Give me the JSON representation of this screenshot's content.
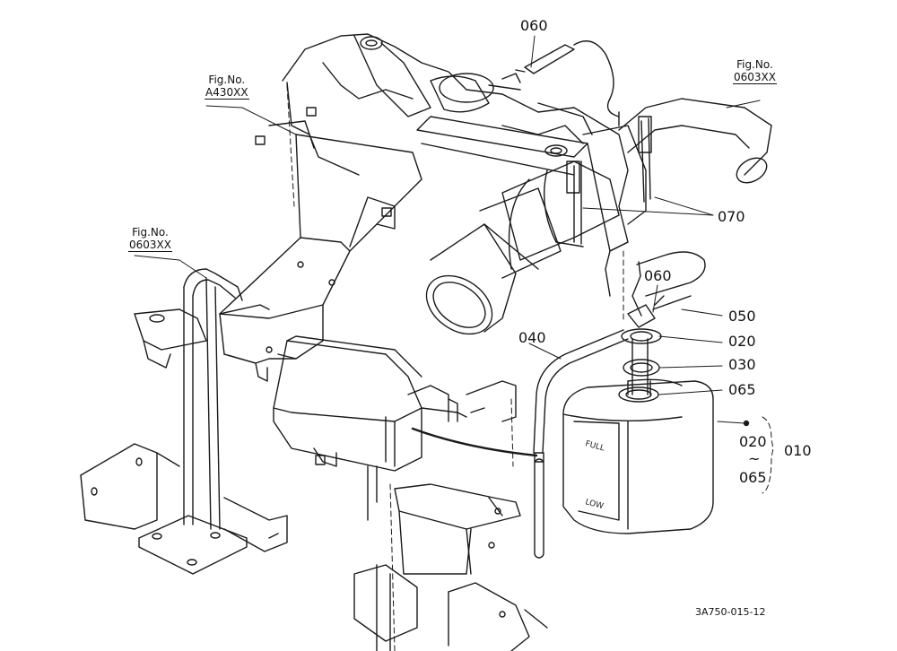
{
  "figure_refs": {
    "a430": {
      "line1": "Fig.No.",
      "line2": "A430XX"
    },
    "left": {
      "line1": "Fig.No.",
      "line2": "0603XX"
    },
    "right": {
      "line1": "Fig.No.",
      "line2": "0603XX"
    }
  },
  "callouts": {
    "p060_top": "060",
    "p070": "070",
    "p060_mid": "060",
    "p040": "040",
    "p050": "050",
    "p020": "020",
    "p030": "030",
    "p065": "065",
    "range_from": "020",
    "range_tilde": "~",
    "range_to": "065",
    "assembly": "010"
  },
  "tank_marks": {
    "full": "FULL",
    "low": "LOW"
  },
  "drawing_code": "3A750-015-12"
}
